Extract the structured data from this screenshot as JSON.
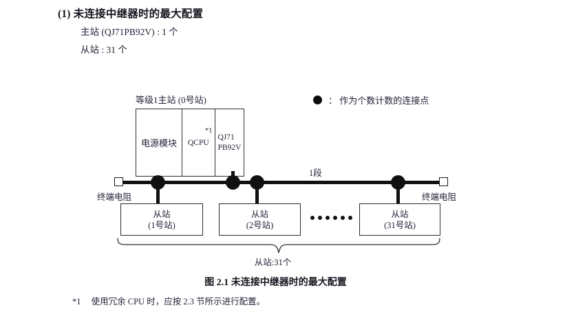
{
  "section": {
    "number": "(1)",
    "heading": "未连接中继器时的最大配置",
    "lines": [
      "主站 (QJ71PB92V) : 1 个",
      "从站 : 31 个"
    ]
  },
  "legend": {
    "symbol_name": "filled-circle",
    "text": "： 作为个数计数的连接点"
  },
  "diagram": {
    "master": {
      "label": "等级1主站 (0号站)",
      "cells": [
        {
          "text": "电源模块",
          "footnote_mark": ""
        },
        {
          "text": "QCPU",
          "footnote_mark": "*1"
        },
        {
          "text": "QJ71\nPB92V",
          "footnote_mark": ""
        }
      ],
      "cell3_line1": "QJ71",
      "cell3_line2": "PB92V"
    },
    "bus": {
      "segment_label": "1段",
      "terminator_left": "终端电阻",
      "terminator_right": "终端电阻",
      "node_count": 4
    },
    "slaves": [
      {
        "line1": "从站",
        "line2": "(1号站)"
      },
      {
        "line1": "从站",
        "line2": "(2号站)"
      },
      {
        "line1": "从站",
        "line2": "(31号站)"
      }
    ],
    "ellipsis_dots": 6,
    "brace_label": "从站:31个"
  },
  "caption": "图 2.1  未连接中继器时的最大配置",
  "footnote": {
    "mark": "*1",
    "text": "使用冗余 CPU 时，应按 2.3 节所示进行配置。"
  },
  "colors": {
    "ink": "#222238",
    "line": "#111111",
    "box_border": "#2b2b2b",
    "background": "#ffffff"
  }
}
